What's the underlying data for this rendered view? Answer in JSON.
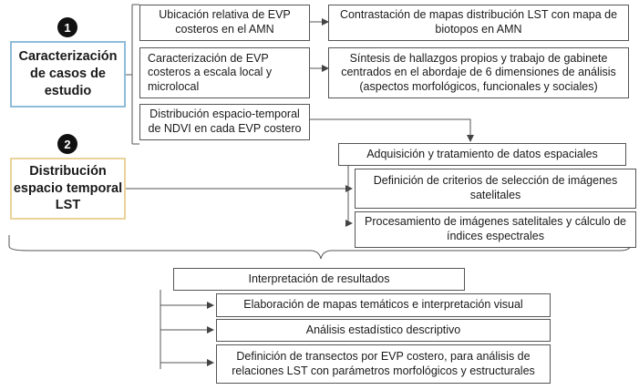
{
  "stage1": {
    "number": "1",
    "label": "Caracterización de casos de estudio"
  },
  "stage2": {
    "number": "2",
    "label": "Distribución espacio temporal LST"
  },
  "col1": [
    "Ubicación relativa de EVP costeros en el AMN",
    "Caracterización de EVP costeros a escala local y microlocal",
    "Distribución espacio-temporal de NDVI en cada EVP costero"
  ],
  "col2": [
    "Contrastación de mapas distribución LST con mapa de biotopos en AMN",
    "Síntesis de hallazgos propios y trabajo de gabinete centrados en el abordaje de 6 dimensiones de análisis (aspectos morfológicos, funcionales y sociales)"
  ],
  "spatial": {
    "header": "Adquisición y tratamiento de datos espaciales",
    "items": [
      "Definición de criterios de selección de imágenes satelitales",
      "Procesamiento de imágenes satelitales y cálculo de índices espectrales"
    ]
  },
  "results": {
    "header": "Interpretación de resultados",
    "items": [
      "Elaboración de mapas temáticos e interpretación visual",
      "Análisis estadístico descriptivo",
      "Definición de transectos por EVP costero, para análisis de relaciones LST con parámetros morfológicos y estructurales"
    ]
  }
}
